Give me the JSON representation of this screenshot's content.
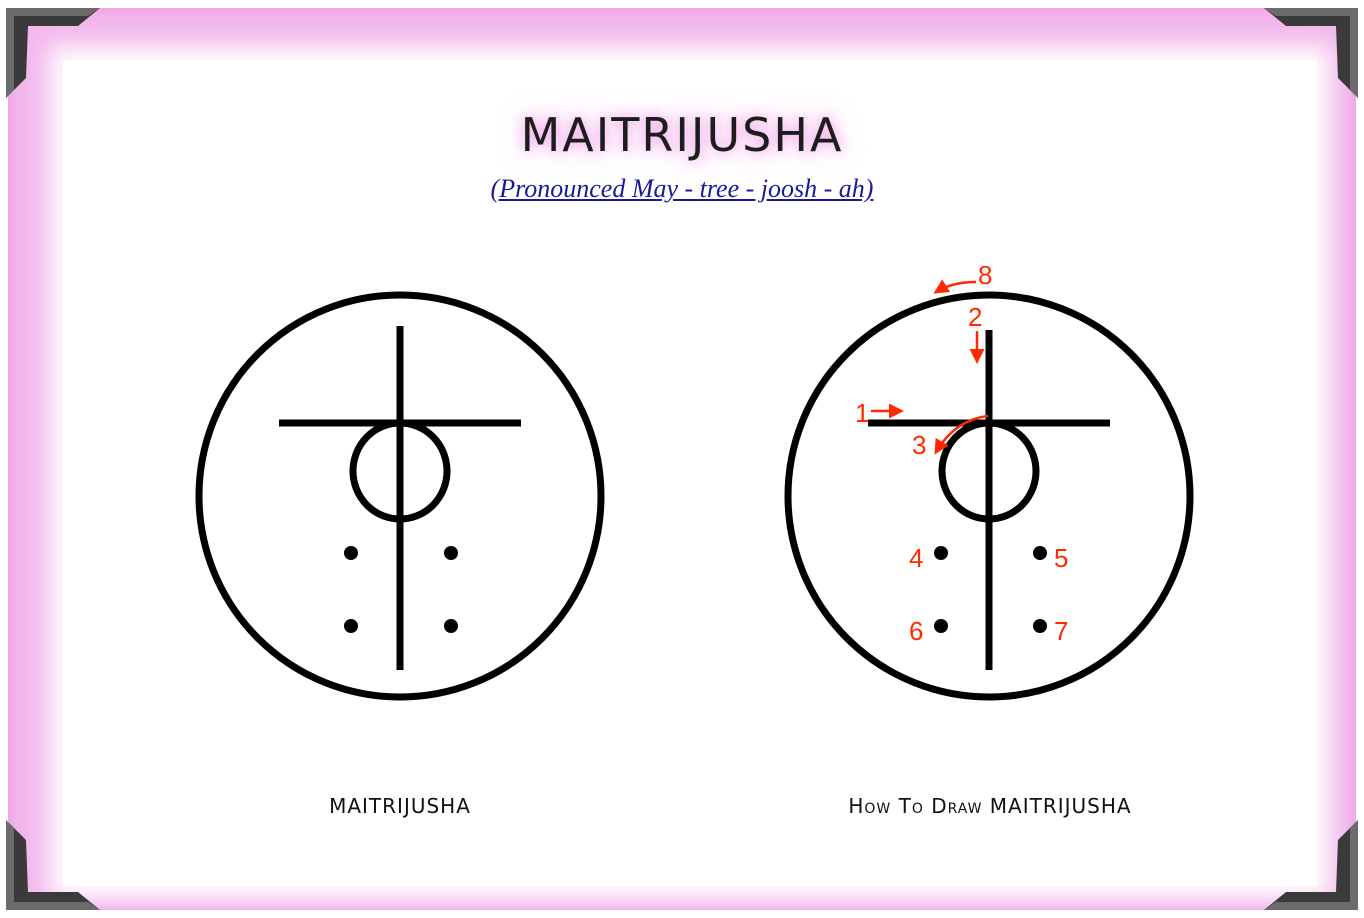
{
  "title": "MAITRIJUSHA",
  "pronunciation": "(Pronounced May - tree - joosh - ah)",
  "captions": {
    "left": "MAITRIJUSHA",
    "right": "How To Draw MAITRIJUSHA"
  },
  "stroke_labels": [
    "1",
    "2",
    "3",
    "4",
    "5",
    "6",
    "7",
    "8"
  ],
  "colors": {
    "frame_pink": "#f3b9ec",
    "symbol_black": "#000000",
    "annotation_red": "#ff2a00",
    "link_blue": "#1a1a99"
  },
  "icons": [
    "corner-bracket-icon"
  ]
}
